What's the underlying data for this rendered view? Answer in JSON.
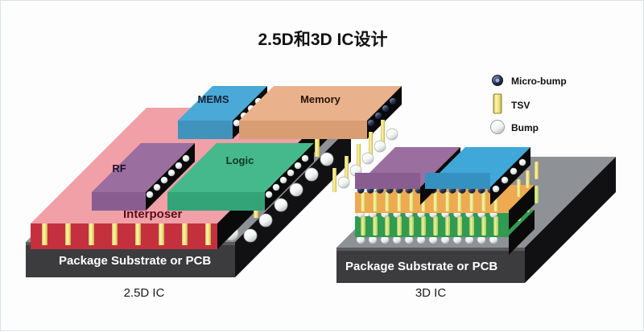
{
  "title": "2.5D和3D IC设计",
  "legend": {
    "items": [
      {
        "label": "Micro-bump",
        "icon": "micro-bump-icon",
        "color": "#1b2d5c"
      },
      {
        "label": "TSV",
        "icon": "tsv-icon",
        "color": "#efe07a"
      },
      {
        "label": "Bump",
        "icon": "bump-icon",
        "color": "#eceff0"
      }
    ]
  },
  "diagrams": [
    {
      "id": "two-half-d",
      "caption": "2.5D IC",
      "substrate_label": "Package Substrate or PCB",
      "interposer_label": "Interposer",
      "dies": [
        {
          "label": "MEMS",
          "top_color": "#4aa9d6",
          "front_color": "#3f93bd"
        },
        {
          "label": "Memory",
          "top_color": "#e9b18c",
          "front_color": "#d99d74"
        },
        {
          "label": "RF",
          "top_color": "#9a6e9e",
          "front_color": "#8a5d91"
        },
        {
          "label": "Logic",
          "top_color": "#46b98c",
          "front_color": "#33a378"
        }
      ]
    },
    {
      "id": "three-d",
      "caption": "3D IC",
      "substrate_label": "Package Substrate or PCB",
      "dies": [
        {
          "label": "",
          "top_color": "#9a6e9e",
          "front_color": "#8a5d91"
        },
        {
          "label": "",
          "top_color": "#3fa8d8",
          "front_color": "#3592c0"
        },
        {
          "label": "",
          "top_color": "#eea951",
          "front_color": "#e09338"
        },
        {
          "label": "",
          "top_color": "#2f9b53",
          "front_color": "#25823f"
        }
      ]
    }
  ],
  "colors": {
    "interposer_top": "#f0a0a6",
    "interposer_front": "#c4303e",
    "substrate_top": "#8e9195",
    "substrate_front": "#3c3c3e",
    "side_dark": "#0a0a0a",
    "tsv": "#f2e27e",
    "bump": "#f2f4f4",
    "micro_bump": "#26304f"
  }
}
